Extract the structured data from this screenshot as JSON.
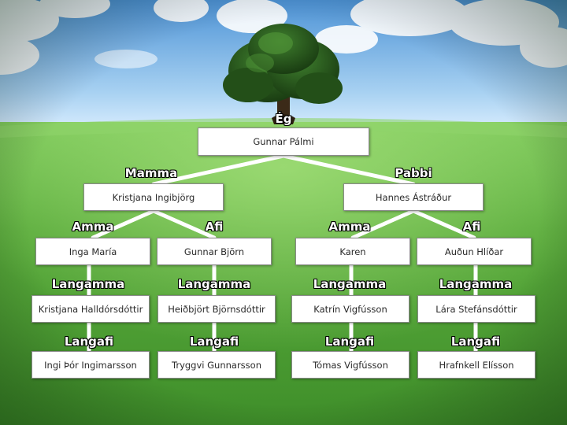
{
  "colors": {
    "sky_top": "#5b9fdc",
    "sky_bottom": "#d6ebf9",
    "grass_light": "#7fcf57",
    "grass_dark": "#2f7a22",
    "connector": "#ffffff",
    "box_fill": "#ffffff",
    "label_fill": "#ffffff",
    "label_outline": "#000000"
  },
  "root": {
    "relation": "Ég",
    "name": "Gunnar Pálmi"
  },
  "parents": [
    {
      "relation": "Mamma",
      "name": "Kristjana Ingibjörg"
    },
    {
      "relation": "Pabbi",
      "name": "Hannes Ástráður"
    }
  ],
  "grandparents": [
    {
      "relation": "Amma",
      "name": "Inga María"
    },
    {
      "relation": "Afi",
      "name": "Gunnar Björn"
    },
    {
      "relation": "Amma",
      "name": "Karen"
    },
    {
      "relation": "Afi",
      "name": "Auðun Hlíðar"
    }
  ],
  "great_grandmothers": [
    {
      "relation": "Langamma",
      "name": "Kristjana Halldórsdóttir"
    },
    {
      "relation": "Langamma",
      "name": "Heiðbjört Björnsdóttir"
    },
    {
      "relation": "Langamma",
      "name": "Katrín Vigfússon"
    },
    {
      "relation": "Langamma",
      "name": "Lára Stefánsdóttir"
    }
  ],
  "great_grandfathers": [
    {
      "relation": "Langafi",
      "name": "Ingi Þór Ingimarsson"
    },
    {
      "relation": "Langafi",
      "name": "Tryggvi Gunnarsson"
    },
    {
      "relation": "Langafi",
      "name": "Tómas Vigfússon"
    },
    {
      "relation": "Langafi",
      "name": "Hrafnkell Elísson"
    }
  ]
}
